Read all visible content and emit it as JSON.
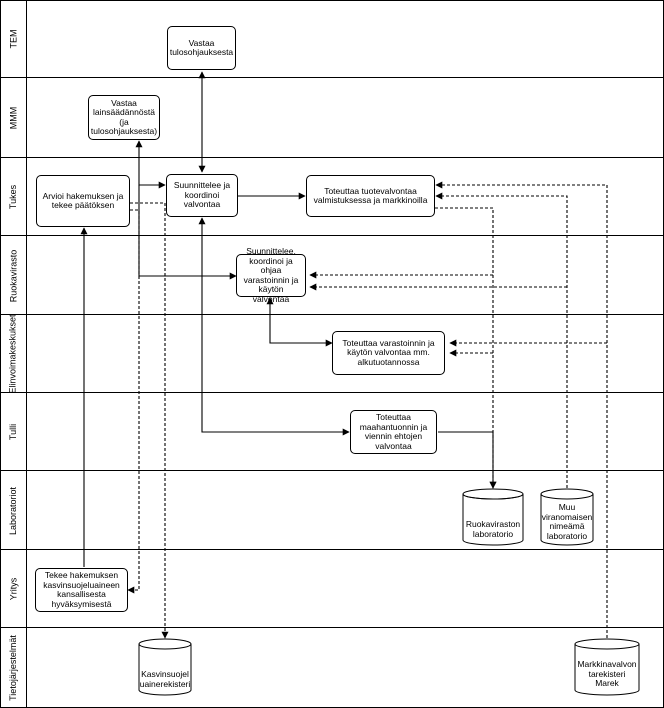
{
  "lanes": [
    {
      "id": "tem",
      "label": "TEM"
    },
    {
      "id": "mmm",
      "label": "MMM"
    },
    {
      "id": "tukes",
      "label": "Tukes"
    },
    {
      "id": "ruokavirasto",
      "label": "Ruokavirasto"
    },
    {
      "id": "elinvoimakeskukset",
      "label": "Elinvoimakeskukset"
    },
    {
      "id": "tulli",
      "label": "Tulli"
    },
    {
      "id": "laboratoriot",
      "label": "Laboratoriot"
    },
    {
      "id": "yritys",
      "label": "Yritys"
    },
    {
      "id": "tietojarjestelmat",
      "label": "Tietojärjestelmät"
    }
  ],
  "nodes": {
    "tem_box": "Vastaa\ntulosohjauksesta",
    "mmm_box": "Vastaa\nlainsäädännöstä\n(ja\ntulosohjauksesta)",
    "tukes_decision": "Arvioi hakemuksen ja\ntekee päätöksen",
    "tukes_plan": "Suunnittelee ja\nkoordinoi\nvalvontaa",
    "tukes_product": "Toteuttaa tuotevalvontaa\nvalmistuksessa ja markkinoilla",
    "ruoka_plan": "Suunnittelee,\nkoordinoi ja ohjaa\nvarastoinnin ja\nkäytön valvontaa",
    "elinvoima_task": "Toteuttaa varastoinnin ja\nkäytön valvontaa mm.\nalkutuotannossa",
    "tulli_task": "Toteuttaa\nmaahantuonnin ja\nviennin ehtojen\nvalvontaa",
    "yritys_task": "Tekee hakemuksen\nkasvinsuojeluaineen\nkansallisesta\nhyväksymisestä"
  },
  "databases": {
    "lab_ruoka": "Ruokaviraston\nlaboratorio",
    "lab_muu": "Muu\nviranomaisen\nnimeämä\nlaboratorio",
    "kasvinsuojelu_db": "Kasvinsuojel\nuainerekisteri",
    "markkina_db": "Markkinavalvon\ntarekisteri\nMarek"
  }
}
